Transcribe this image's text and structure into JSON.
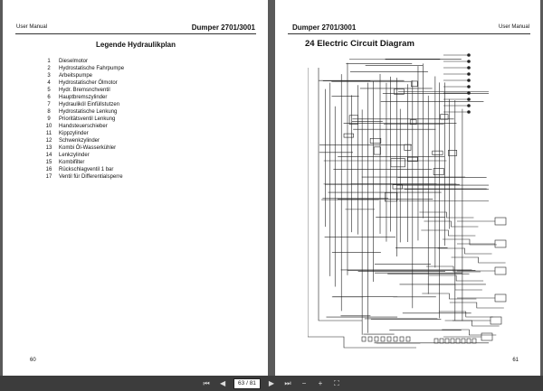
{
  "left_page": {
    "header_left": "User Manual",
    "header_right": "Dumper  2701/3001",
    "legend_title": "Legende  Hydraulikplan",
    "legend_items": [
      {
        "num": "1",
        "text": "Dieselmotor"
      },
      {
        "num": "2",
        "text": "Hydrostatische Fahrpumpe"
      },
      {
        "num": "3",
        "text": "Arbeitspumpe"
      },
      {
        "num": "4",
        "text": "Hydrostatischer Ölmotor"
      },
      {
        "num": "5",
        "text": "Hydr. Bremsnchventil"
      },
      {
        "num": "6",
        "text": "Hauptbremszylinder"
      },
      {
        "num": "7",
        "text": "Hydrauliköl Einfüllstutzen"
      },
      {
        "num": "8",
        "text": "Hydrostatische Lenkung"
      },
      {
        "num": "9",
        "text": "Prioritätsventil Lenkung"
      },
      {
        "num": "10",
        "text": "Handsteuerschieber"
      },
      {
        "num": "11",
        "text": "Kippzylinder"
      },
      {
        "num": "12",
        "text": "Schwenkzylinder"
      },
      {
        "num": "13",
        "text": "Kombi Öl-Wasserkühler"
      },
      {
        "num": "14",
        "text": "Lenkzylinder"
      },
      {
        "num": "15",
        "text": "Kombifilter"
      },
      {
        "num": "16",
        "text": "Rückschlagventil 1 bar"
      },
      {
        "num": "17",
        "text": "Ventil für Differentialsperre"
      }
    ],
    "page_number": "60"
  },
  "right_page": {
    "header_left": "Dumper  2701/3001",
    "header_right": "User Manual",
    "diagram_title": "24  Electric Circuit Diagram",
    "page_number": "61"
  },
  "toolbar": {
    "page_indicator": "63 / 81",
    "icons": [
      "first-page-icon",
      "previous-page-icon",
      "next-page-icon",
      "last-page-icon",
      "zoom-out-icon",
      "zoom-in-icon",
      "fullscreen-icon"
    ]
  }
}
